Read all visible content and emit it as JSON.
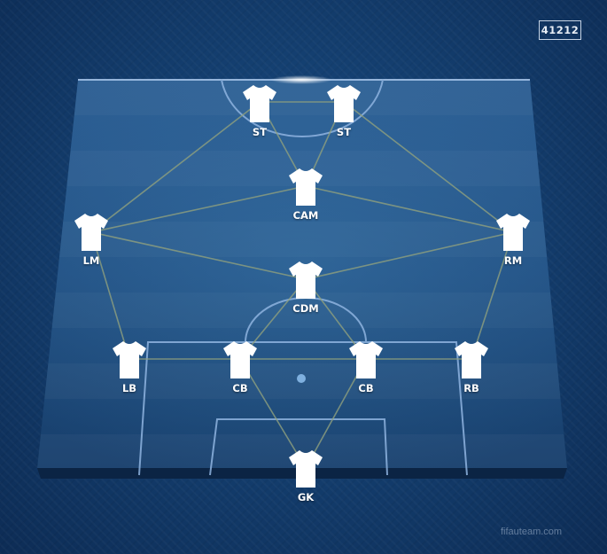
{
  "formation": "41212",
  "watermark": "fifauteam.com",
  "colors": {
    "background": "#143f70",
    "pitch_light": "#2a5d92",
    "pitch_dark": "#16406f",
    "pitch_lines": "#8fb4e0",
    "connections": "#8fa07e",
    "shirt": "#ffffff"
  },
  "players": [
    {
      "id": "st-left",
      "position": "ST",
      "icon": "shirt-icon"
    },
    {
      "id": "st-right",
      "position": "ST",
      "icon": "shirt-icon"
    },
    {
      "id": "cam",
      "position": "CAM",
      "icon": "shirt-icon"
    },
    {
      "id": "lm",
      "position": "LM",
      "icon": "shirt-icon"
    },
    {
      "id": "rm",
      "position": "RM",
      "icon": "shirt-icon"
    },
    {
      "id": "cdm",
      "position": "CDM",
      "icon": "shirt-icon"
    },
    {
      "id": "lb",
      "position": "LB",
      "icon": "shirt-icon"
    },
    {
      "id": "cb-left",
      "position": "CB",
      "icon": "shirt-icon"
    },
    {
      "id": "cb-right",
      "position": "CB",
      "icon": "shirt-icon"
    },
    {
      "id": "rb",
      "position": "RB",
      "icon": "shirt-icon"
    },
    {
      "id": "gk",
      "position": "GK",
      "icon": "shirt-icon"
    }
  ]
}
